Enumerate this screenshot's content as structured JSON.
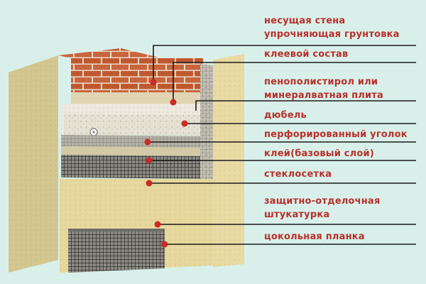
{
  "labels": [
    "несущая стена",
    "упрочняющая грунтовка",
    "клеевой состав",
    "пенополистирол или",
    "минералватная плита",
    "дюбель",
    "перфорированный уголок",
    "клей(базовый слой)",
    "стеклосетка",
    "защитно-отделочная",
    "штукатурка",
    "цокольная планка"
  ],
  "colors": {
    "background": "#d9f0ea",
    "label_text": "#b8302c",
    "leader_line": "#1a1a1a",
    "brick": "#c8653d",
    "mortar": "#eadbc9",
    "plaster": "#e6d79c",
    "insulation": "#ede8dc",
    "mesh": "#4a4a48",
    "marker_dot": "#cc2a22"
  }
}
